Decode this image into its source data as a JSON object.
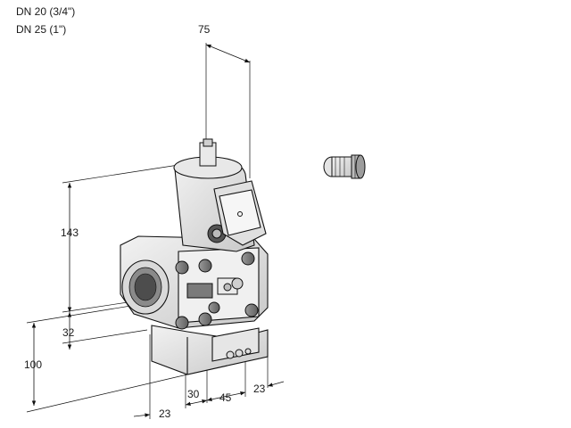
{
  "header": {
    "line1": "DN 20 (3/4\")",
    "line2": "DN 25 (1\")"
  },
  "dimensions": {
    "top_width": "75",
    "height_upper": "143",
    "height_mid": "32",
    "height_total": "100",
    "bottom_left": "23",
    "bottom_a": "30",
    "bottom_b": "45",
    "bottom_right": "23"
  }
}
